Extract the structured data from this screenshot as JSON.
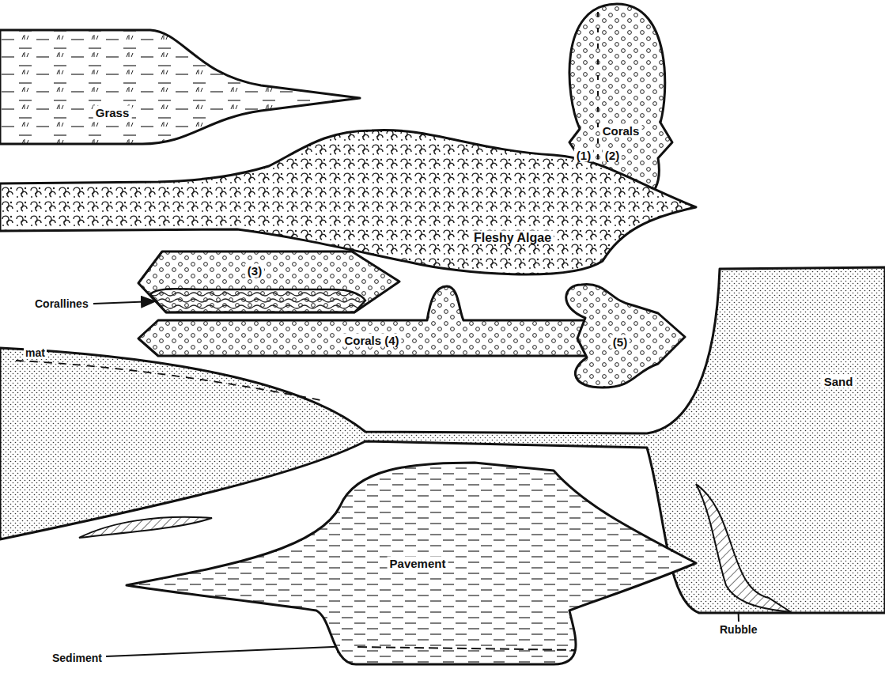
{
  "diagram": {
    "nodes": [
      {
        "text": [
          "Grass"
        ]
      },
      {
        "text": [
          "Corals",
          "(1)",
          "(2)"
        ]
      },
      {
        "text": [
          "Fleshy Algae"
        ]
      },
      {
        "text": [
          "(3)"
        ]
      },
      {
        "text": [
          "Corals (4)"
        ]
      },
      {
        "text": [
          "(5)"
        ]
      },
      {
        "text": [
          "Sand"
        ]
      },
      {
        "text": [
          "Pavement"
        ]
      }
    ],
    "labels": [
      "Corallines",
      "mat",
      "Rubble",
      "Sediment"
    ]
  }
}
